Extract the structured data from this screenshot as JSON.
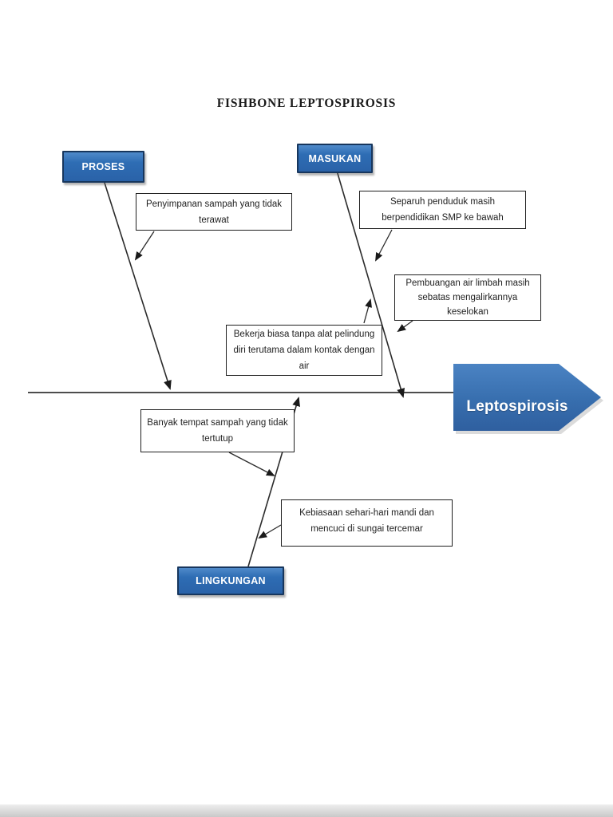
{
  "title": "FISHBONE LEPTOSPIROSIS",
  "diagram": {
    "type": "fishbone",
    "effect": "Leptospirosis",
    "branches": [
      {
        "category": "PROSES",
        "causes": [
          "Penyimpanan sampah yang tidak terawat"
        ]
      },
      {
        "category": "MASUKAN",
        "causes": [
          "Separuh penduduk masih berpendidikan SMP ke bawah",
          "Pembuangan air limbah masih sebatas mengalirkannya keselokan",
          "Bekerja biasa tanpa alat pelindung diri terutama dalam kontak dengan air"
        ]
      },
      {
        "category": "LINGKUNGAN",
        "causes": [
          "Banyak tempat sampah yang tidak tertutup",
          "Kebiasaan sehari-hari mandi dan mencuci di sungai tercemar"
        ]
      }
    ]
  },
  "colors": {
    "category_box_fill": "#2E6DB4",
    "category_box_border": "#17365D",
    "category_box_text": "#FFFFFF",
    "effect_arrow_top": "#4B83C3",
    "effect_arrow_bottom": "#2F5F9F",
    "cause_box_border": "#1F1F1F",
    "line_color": "#3F3F3F"
  }
}
